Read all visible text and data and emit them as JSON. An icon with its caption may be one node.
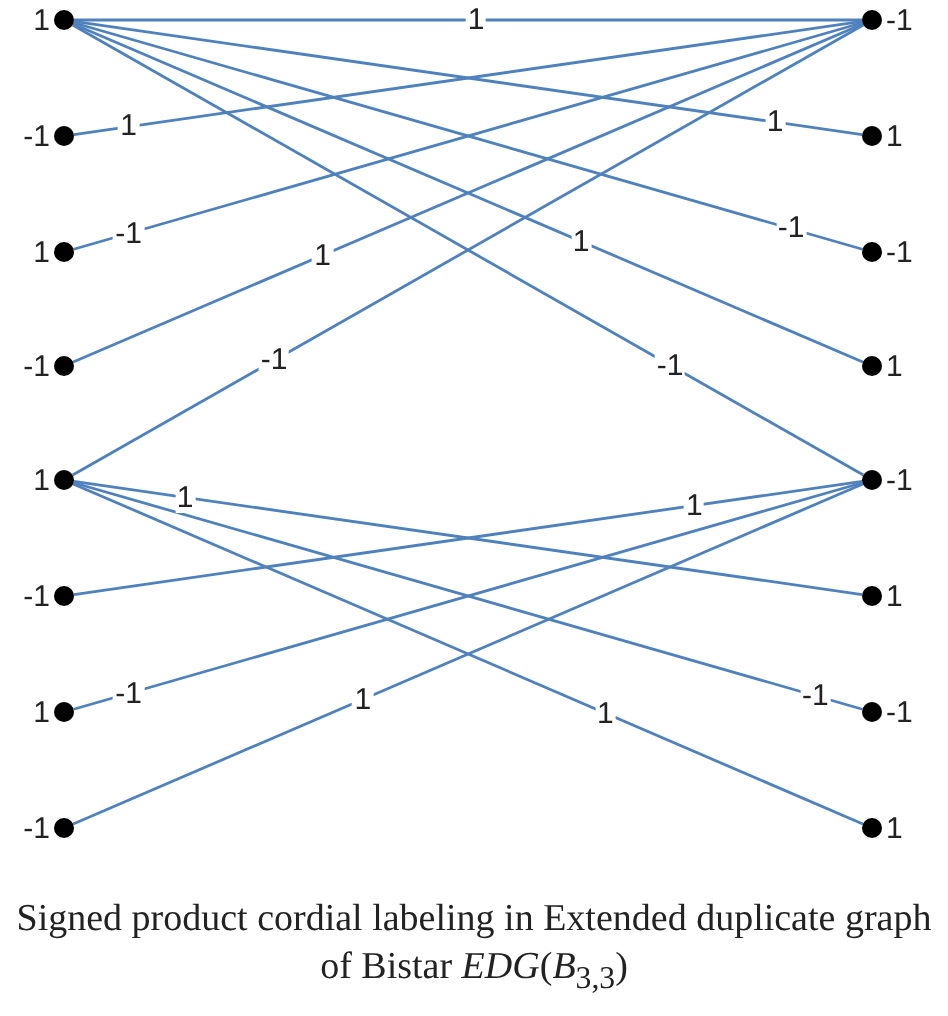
{
  "diagram": {
    "caption": "Signed product cordial labeling in Extended duplicate graph of Bistar *EDG*(*B*$_{3,3}$)",
    "nodes": [
      {
        "text": [
          "1"
        ]
      },
      {
        "text": [
          "-1"
        ]
      },
      {
        "text": [
          "-1"
        ]
      },
      {
        "text": [
          "1"
        ]
      },
      {
        "text": [
          "1"
        ]
      },
      {
        "text": [
          "-1"
        ]
      },
      {
        "text": [
          "-1"
        ]
      },
      {
        "text": [
          "1"
        ]
      },
      {
        "text": [
          "1"
        ]
      },
      {
        "text": [
          "-1"
        ]
      },
      {
        "text": [
          "-1"
        ]
      },
      {
        "text": [
          "1"
        ]
      },
      {
        "text": [
          "1"
        ]
      },
      {
        "text": [
          "-1"
        ]
      },
      {
        "text": [
          "-1"
        ]
      },
      {
        "text": [
          "1"
        ]
      }
    ],
    "edges": [
      {
        "from": 0,
        "to": 1,
        "arrow": "none",
        "label": "1"
      },
      {
        "from": 0,
        "to": 3,
        "arrow": "none",
        "label": "1"
      },
      {
        "from": 0,
        "to": 5,
        "arrow": "none",
        "label": "-1"
      },
      {
        "from": 0,
        "to": 7,
        "arrow": "none",
        "label": "1"
      },
      {
        "from": 0,
        "to": 9,
        "arrow": "none",
        "label": "-1"
      },
      {
        "from": 2,
        "to": 1,
        "arrow": "none",
        "label": "1"
      },
      {
        "from": 4,
        "to": 1,
        "arrow": "none",
        "label": "-1"
      },
      {
        "from": 6,
        "to": 1,
        "arrow": "none",
        "label": "1"
      },
      {
        "from": 8,
        "to": 1,
        "arrow": "none",
        "label": "-1"
      },
      {
        "from": 8,
        "to": 11,
        "arrow": "none",
        "label": "1"
      },
      {
        "from": 8,
        "to": 13,
        "arrow": "none",
        "label": "-1"
      },
      {
        "from": 8,
        "to": 15,
        "arrow": "none",
        "label": "1"
      },
      {
        "from": 10,
        "to": 9,
        "arrow": "none",
        "label": "1"
      },
      {
        "from": 12,
        "to": 9,
        "arrow": "none",
        "label": "-1"
      },
      {
        "from": 14,
        "to": 9,
        "arrow": "none",
        "label": "1"
      }
    ]
  }
}
